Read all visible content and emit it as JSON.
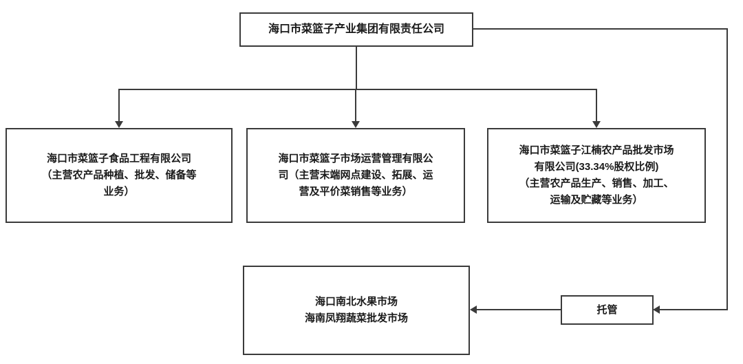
{
  "root": {
    "label": "海口市菜篮子产业集团有限责任公司"
  },
  "subsidiaries": [
    {
      "lines": [
        "海口市菜篮子食品工程有限公司",
        "（主营农产品种植、批发、储备等",
        "业务）"
      ]
    },
    {
      "lines": [
        "海口市菜篮子市场运营管理有限公",
        "司（主营末端网点建设、拓展、运",
        "营及平价菜销售等业务）"
      ]
    },
    {
      "lines": [
        "海口市菜篮子江楠农产品批发市场",
        "有限公司(33.34%股权比例)",
        "（主营农产品生产、销售、加工、",
        "运输及贮藏等业务）"
      ]
    }
  ],
  "managed_markets": {
    "lines": [
      "海口南北水果市场",
      "海南凤翔蔬菜批发市场"
    ]
  },
  "trustee": {
    "label": "托管"
  }
}
